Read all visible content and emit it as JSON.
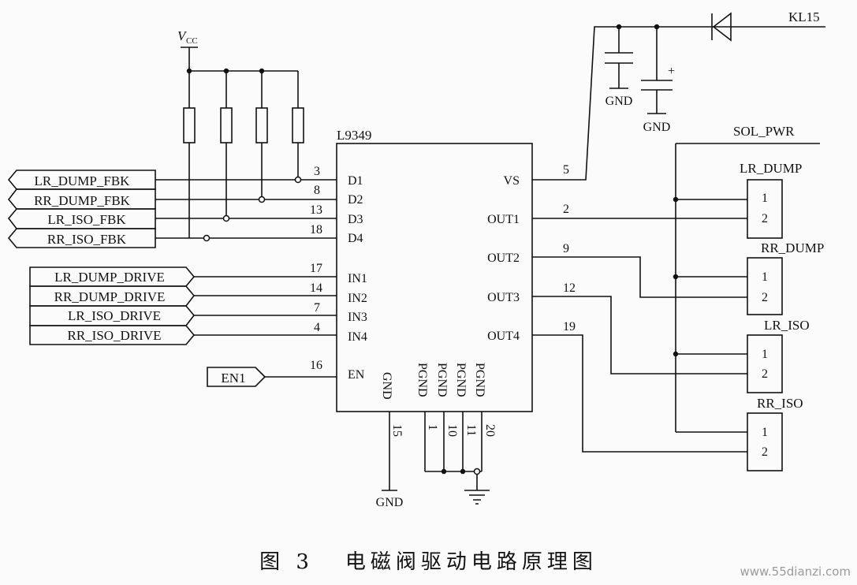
{
  "chip": {
    "name": "L9349",
    "left_pins": [
      {
        "label": "D1",
        "num": "3"
      },
      {
        "label": "D2",
        "num": "8"
      },
      {
        "label": "D3",
        "num": "13"
      },
      {
        "label": "D4",
        "num": "18"
      },
      {
        "label": "IN1",
        "num": "17"
      },
      {
        "label": "IN2",
        "num": "14"
      },
      {
        "label": "IN3",
        "num": "7"
      },
      {
        "label": "IN4",
        "num": "4"
      },
      {
        "label": "EN",
        "num": "16"
      }
    ],
    "right_pins": [
      {
        "label": "VS",
        "num": "5"
      },
      {
        "label": "OUT1",
        "num": "2"
      },
      {
        "label": "OUT2",
        "num": "9"
      },
      {
        "label": "OUT3",
        "num": "12"
      },
      {
        "label": "OUT4",
        "num": "19"
      }
    ],
    "bottom_pins": [
      {
        "label": "GND",
        "num": "15"
      },
      {
        "label": "PGND",
        "num": "1"
      },
      {
        "label": "PGND",
        "num": "10"
      },
      {
        "label": "PGND",
        "num": "11"
      },
      {
        "label": "PGND",
        "num": "20"
      }
    ]
  },
  "inputs": {
    "fbk": [
      "LR_DUMP_FBK",
      "RR_DUMP_FBK",
      "LR_ISO_FBK",
      "RR_ISO_FBK"
    ],
    "drive": [
      "LR_DUMP_DRIVE",
      "RR_DUMP_DRIVE",
      "LR_ISO_DRIVE",
      "RR_ISO_DRIVE"
    ],
    "enable": "EN1"
  },
  "power": {
    "vcc": "V",
    "vcc_sub": "CC",
    "kl15": "KL15",
    "gnd": "GND",
    "sol_pwr": "SOL_PWR",
    "cap_plus": "+"
  },
  "valves": [
    {
      "name": "LR_DUMP",
      "pin1": "1",
      "pin2": "2"
    },
    {
      "name": "RR_DUMP",
      "pin1": "1",
      "pin2": "2"
    },
    {
      "name": "LR_ISO",
      "pin1": "1",
      "pin2": "2"
    },
    {
      "name": "RR_ISO",
      "pin1": "1",
      "pin2": "2"
    }
  ],
  "caption": {
    "figure": "图 3",
    "title": "电磁阀驱动电路原理图"
  },
  "watermark": "www.55dianzi.com"
}
